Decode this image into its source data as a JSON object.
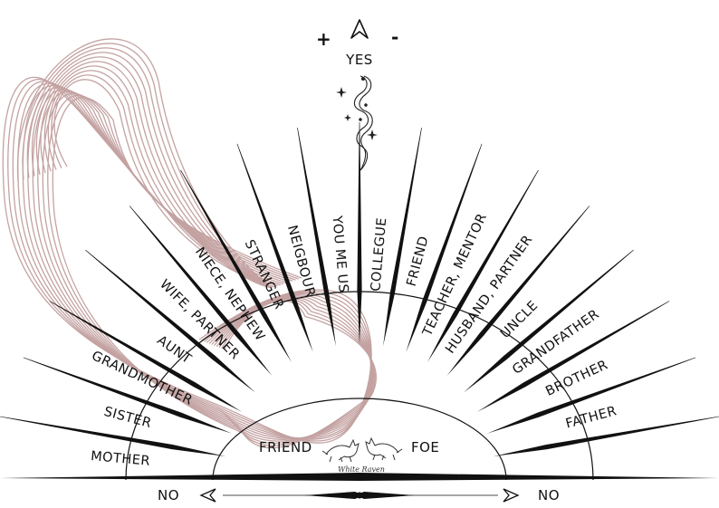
{
  "top": {
    "plus": "+",
    "minus": "-",
    "yes": "YES"
  },
  "rays": [
    "MOTHER",
    "SISTER",
    "GRANDMOTHER",
    "AUNT",
    "WIFE, PARTNER",
    "NIECE, NEPHEW",
    "STRANGER",
    "NEIGBOUR",
    "YOU ME US",
    "COLLEGUE",
    "FRIEND",
    "TEACHER, MENTOR",
    "HUSBAND, PARTNER",
    "UNCLE",
    "GRANDFATHER",
    "BROTHER",
    "FATHER"
  ],
  "inner": {
    "friend": "FRIEND",
    "foe": "FOE"
  },
  "bottom": {
    "no_left": "NO",
    "no_right": "NO",
    "brand": "White Raven"
  },
  "colors": {
    "ink": "#111111",
    "swirl": "#c4a2a2"
  },
  "icons": [
    "snake-icon",
    "cats-icon",
    "arrowhead-icon",
    "sparkle-icon"
  ]
}
